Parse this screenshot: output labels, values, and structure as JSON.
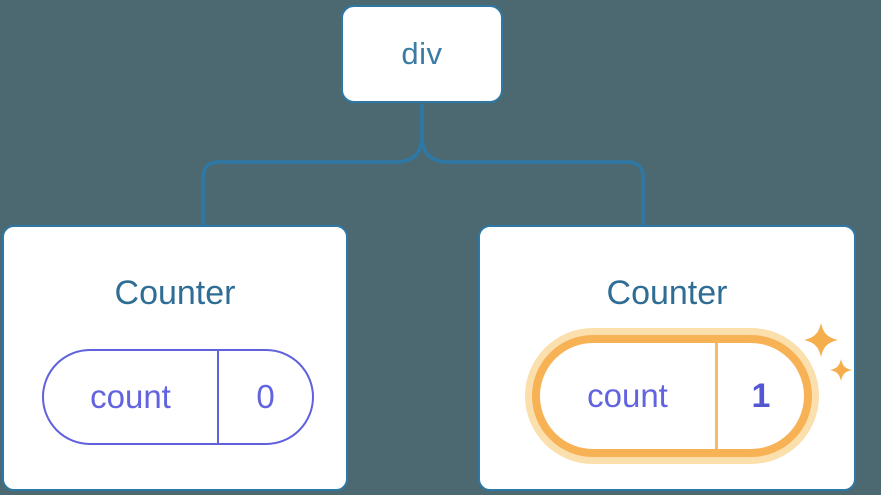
{
  "diagram": {
    "description": "React component tree: a div root with two Counter children, each holding a count state pill; the second Counter's state changed to 1 and is highlighted",
    "background": "#4c6972",
    "root": {
      "label": "div"
    },
    "children": [
      {
        "title": "Counter",
        "state": {
          "key": "count",
          "value": "0"
        },
        "highlighted": false
      },
      {
        "title": "Counter",
        "state": {
          "key": "count",
          "value": "1"
        },
        "highlighted": true
      }
    ],
    "icons": {
      "sparkles": "sparkles-icon"
    },
    "colors": {
      "connector_blue": "#2e78a6",
      "card_border_blue": "#2e78a6",
      "root_label_blue": "#3a7ca6",
      "title_blue": "#2f6d94",
      "state_purple_border": "#5f61dd",
      "state_purple_text": "#6163df",
      "state_value_bold_purple": "#5457d4",
      "highlight_orange": "#f6b254",
      "highlight_glow": "#fbdfad",
      "highlight_divider": "#f8bb61",
      "sparkle_orange": "#f5ae4c",
      "background_slate": "#4c6972",
      "node_fill": "#ffffff"
    }
  }
}
